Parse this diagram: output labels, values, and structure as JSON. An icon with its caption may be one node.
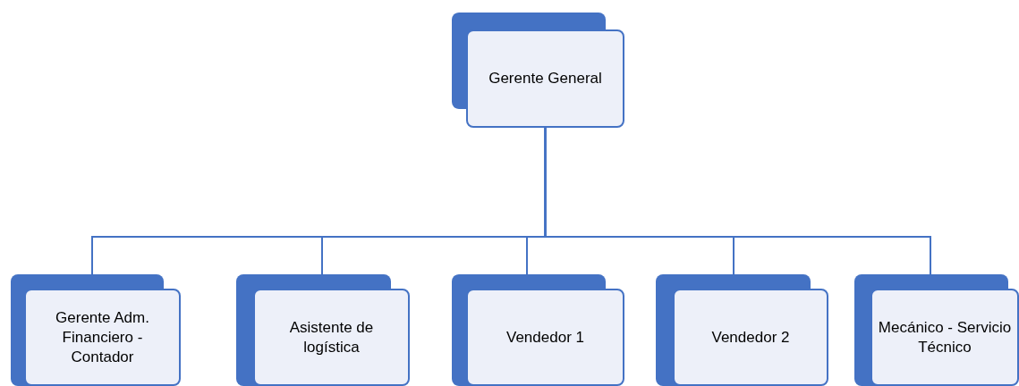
{
  "diagram": {
    "nodes": [
      {
        "text": [
          "Gerente General"
        ]
      },
      {
        "text": [
          "Gerente Adm. Financiero - Contador"
        ]
      },
      {
        "text": [
          "Asistente de logística"
        ]
      },
      {
        "text": [
          "Vendedor 1"
        ]
      },
      {
        "text": [
          "Vendedor 2"
        ]
      },
      {
        "text": [
          "Mecánico - Servicio Técnico"
        ]
      }
    ],
    "edges": [
      {
        "from": 0,
        "to": 1,
        "arrow": "none"
      },
      {
        "from": 0,
        "to": 2,
        "arrow": "none"
      },
      {
        "from": 0,
        "to": 3,
        "arrow": "none"
      },
      {
        "from": 0,
        "to": 4,
        "arrow": "none"
      },
      {
        "from": 0,
        "to": 5,
        "arrow": "none"
      }
    ]
  }
}
